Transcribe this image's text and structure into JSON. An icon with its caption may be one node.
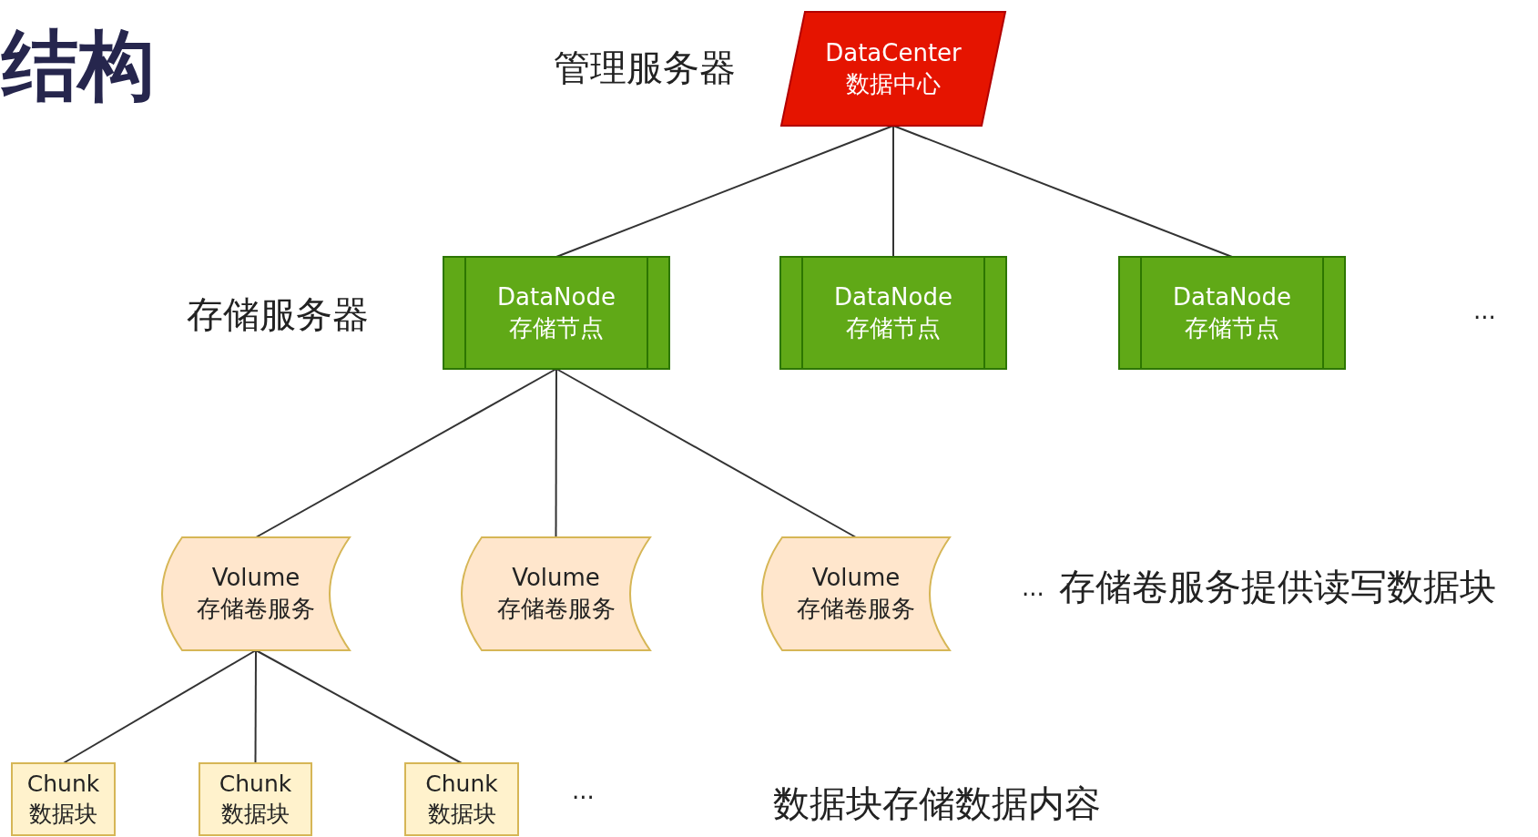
{
  "diagram": {
    "title": "结构",
    "nodes": [
      {
        "text": [
          "DataCenter 数据中心"
        ]
      },
      {
        "text": [
          "DataNode 存储节点"
        ]
      },
      {
        "text": [
          "DataNode 存储节点"
        ]
      },
      {
        "text": [
          "DataNode 存储节点"
        ]
      },
      {
        "text": [
          "Volume 存储卷服务"
        ]
      },
      {
        "text": [
          "Volume 存储卷服务"
        ]
      },
      {
        "text": [
          "Volume 存储卷服务"
        ]
      },
      {
        "text": [
          "Chunk 数据块"
        ]
      },
      {
        "text": [
          "Chunk 数据块"
        ]
      },
      {
        "text": [
          "Chunk 数据块"
        ]
      }
    ],
    "edges": [
      {
        "from": 0,
        "to": 1,
        "arrow": "none"
      },
      {
        "from": 0,
        "to": 2,
        "arrow": "none"
      },
      {
        "from": 0,
        "to": 3,
        "arrow": "none"
      },
      {
        "from": 1,
        "to": 4,
        "arrow": "none"
      },
      {
        "from": 1,
        "to": 5,
        "arrow": "none"
      },
      {
        "from": 1,
        "to": 6,
        "arrow": "none"
      },
      {
        "from": 4,
        "to": 7,
        "arrow": "none"
      },
      {
        "from": 4,
        "to": 8,
        "arrow": "none"
      },
      {
        "from": 4,
        "to": 9,
        "arrow": "none"
      }
    ],
    "labels": [
      "管理服务器",
      "存储服务器",
      "...",
      "...",
      "存储卷服务提供读写数据块",
      "...",
      "数据块存储数据内容"
    ]
  }
}
